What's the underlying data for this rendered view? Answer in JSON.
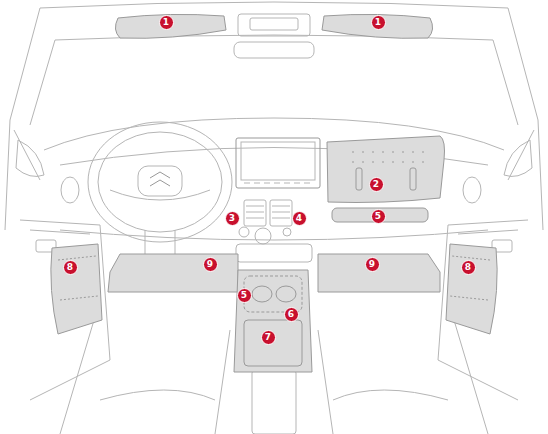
{
  "diagram": {
    "labels": [
      "1",
      "1",
      "2",
      "3",
      "4",
      "5",
      "8",
      "9",
      "9",
      "8",
      "5",
      "6",
      "7"
    ]
  }
}
